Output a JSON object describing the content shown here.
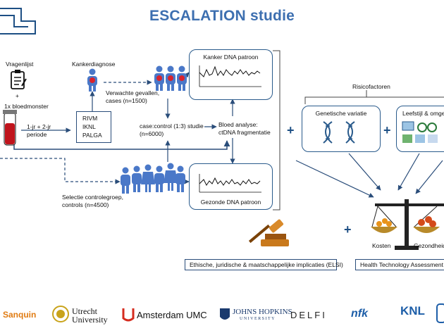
{
  "title": "ESCALATION studie",
  "left": {
    "questionnaire": "Vragenlijst",
    "plus": "+",
    "blood_sample": "1x bloedmonster",
    "period_line1": "1-jr + 2-jr",
    "period_line2": "periode"
  },
  "registry": {
    "line1": "RIVM",
    "line2": "IKNL",
    "line3": "PALGA"
  },
  "diagnosis": "Kankerdiagnose",
  "expected_cases": {
    "line1": "Verwachte gevallen,",
    "line2": "cases (n=1500)"
  },
  "case_control": {
    "line1": "case:control (1:3) studie",
    "line2": "(n=6000)"
  },
  "blood_analysis": {
    "line1": "Bloed analyse:",
    "line2": "ctDNA fragmentatie"
  },
  "cancer_pattern": "Kanker DNA patroon",
  "healthy_pattern": "Gezonde DNA patroon",
  "controls": {
    "line1": "Selectie controlegroep,",
    "line2": "controls (n=4500)"
  },
  "risk_factors": "Risicofactoren",
  "genetic": "Genetische variatie",
  "lifestyle": "Leefstijl & omgev",
  "plus_signs": [
    "+",
    "+",
    "+"
  ],
  "elsi": "Ethische, juridische & maatschappelijke  implicaties (ELSI)",
  "hta": "Health Technology Assessment (",
  "scale": {
    "left": "Kosten",
    "right": "Gezondheidsw"
  },
  "logos": {
    "sanquin": "Sanquin",
    "utrecht_line1": "Utrecht",
    "utrecht_line2": "University",
    "amsterdam": "Amsterdam UMC",
    "hopkins_line1": "JOHNS HOPKINS",
    "hopkins_line2": "UNIVERSITY",
    "delfi": "DELFI",
    "nfk": "nfk",
    "knl": "KNL"
  },
  "colors": {
    "accent": "#3d6fb0",
    "box_border": "#2a5b8c",
    "arrow": "#2a4d7a",
    "person_blue": "#4a78c8",
    "person_red": "#d9232d"
  }
}
